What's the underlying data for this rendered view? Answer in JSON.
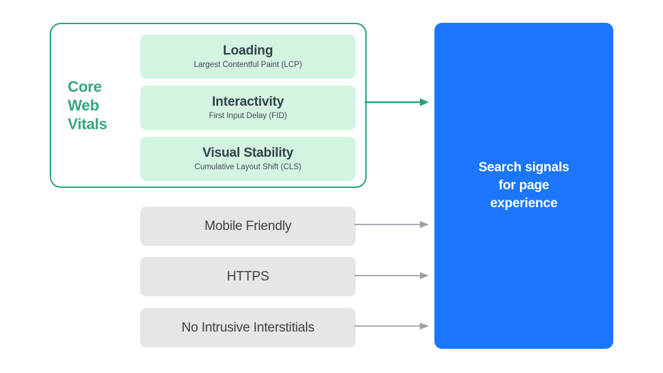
{
  "diagram": {
    "title": "Search signals for page experience",
    "colors": {
      "green_border": "#2ba37a",
      "green_label": "#34a77a",
      "green_card_fill": "#d4f4e2",
      "gray_box_fill": "#e6e6e8",
      "gray_text": "#3c4043",
      "blue_panel": "#1b76fc",
      "arrow_green": "#2ba37a",
      "arrow_gray": "#9aa0a6",
      "white": "#ffffff"
    }
  },
  "core_web_vitals": {
    "group_label": "Core\nWeb\nVitals",
    "group_label_lines": [
      "Core",
      "Web",
      "Vitals"
    ],
    "cards": [
      {
        "title": "Loading",
        "subtitle": "Largest Contentful Paint (LCP)"
      },
      {
        "title": "Interactivity",
        "subtitle": "First Input Delay (FID)"
      },
      {
        "title": "Visual Stability",
        "subtitle": "Cumulative Layout Shift (CLS)"
      }
    ]
  },
  "other_signals": [
    {
      "label": "Mobile Friendly"
    },
    {
      "label": "HTTPS"
    },
    {
      "label": "No Intrusive Interstitials"
    }
  ],
  "output_panel": {
    "text": "Search signals\nfor page\nexperience"
  },
  "icons": {
    "arrow_right": "arrow-right-icon"
  }
}
